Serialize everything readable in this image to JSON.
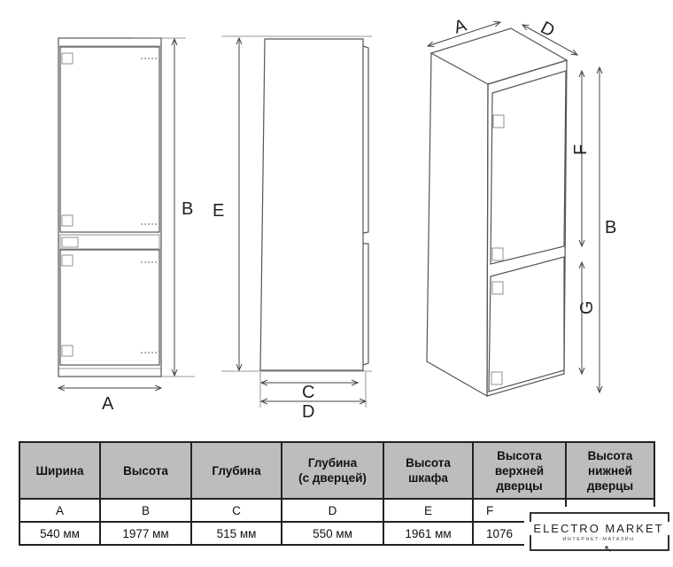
{
  "diagram": {
    "front_labels": {
      "height": "B",
      "width": "A"
    },
    "side_labels": {
      "cabinet_height": "E",
      "depth": "C",
      "depth_with_door": "D"
    },
    "perspective_labels": {
      "width": "A",
      "depth_with_door": "D",
      "upper_door": "F",
      "height": "B",
      "lower_door": "G"
    }
  },
  "table": {
    "headers": [
      "Ширина",
      "Высота",
      "Глубина",
      "Глубина\n(с дверцей)",
      "Высота\nшкафа",
      "Высота\nверхней\nдверцы",
      "Высота\nнижней\nдверцы"
    ],
    "letters": [
      "A",
      "B",
      "C",
      "D",
      "E",
      "F",
      ""
    ],
    "values": [
      "540 мм",
      "1977 мм",
      "515 мм",
      "550 мм",
      "1961 мм",
      "1076",
      ""
    ]
  },
  "logo": {
    "name": "ELECTRO MARKET",
    "subtitle": "ИНТЕРНЕТ-МАГАЗИН"
  },
  "colors": {
    "header_bg": "#bdbdbd",
    "line": "#555555"
  }
}
